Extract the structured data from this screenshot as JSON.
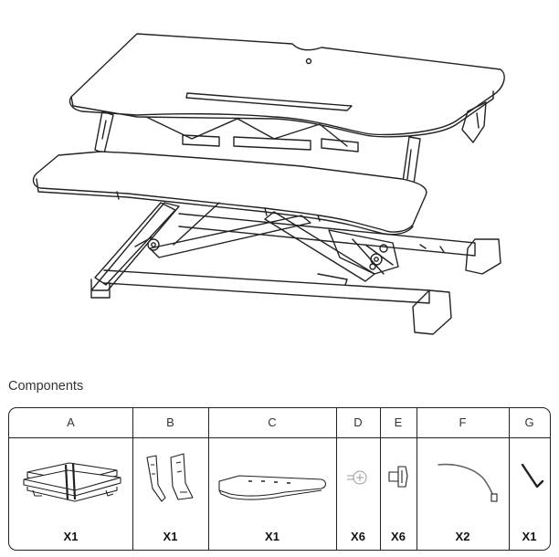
{
  "components_heading": "Components",
  "components": [
    {
      "letter": "A",
      "qty": "X1",
      "icon": "desk-converter-packaged-icon"
    },
    {
      "letter": "B",
      "qty": "X1",
      "icon": "mounting-brackets-icon"
    },
    {
      "letter": "C",
      "qty": "X1",
      "icon": "keyboard-tray-icon"
    },
    {
      "letter": "D",
      "qty": "X6",
      "icon": "screw-icon"
    },
    {
      "letter": "E",
      "qty": "X6",
      "icon": "bolt-icon"
    },
    {
      "letter": "F",
      "qty": "X2",
      "icon": "cable-icon"
    },
    {
      "letter": "G",
      "qty": "X1",
      "icon": "allen-key-icon"
    }
  ],
  "colors": {
    "line": "#222222",
    "background": "#ffffff"
  }
}
